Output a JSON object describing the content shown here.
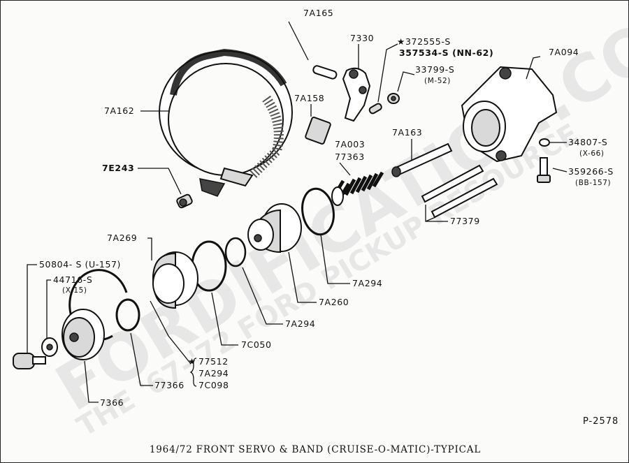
{
  "watermark": {
    "main": "FORDIFICATION.COM",
    "sub": "THE '67-'72 FORD PICKUP RESOURCE"
  },
  "labels": {
    "l7A165": "7A165",
    "l7330": "7330",
    "l372555": "372555-S",
    "l357534": "357534-S (NN-62)",
    "l33799": "33799-S",
    "l33799_sub": "(M-52)",
    "l7A094": "7A094",
    "l7A162": "7A162",
    "l7A158": "7A158",
    "l7A003": "7A003",
    "l77363": "77363",
    "l7A163": "7A163",
    "l34807": "34807-S",
    "l34807_sub": "(X-66)",
    "l359266": "359266-S",
    "l359266_sub": "(BB-157)",
    "l7E243": "7E243",
    "l77379": "77379",
    "l7A269": "7A269",
    "l50804": "50804- S (U-157)",
    "l44716": "44716-S",
    "l44716_sub": "(X-15)",
    "l7A294a": "7A294",
    "l7A260": "7A260",
    "l7A294b": "7A294",
    "l7C050": "7C050",
    "l77512": "77512",
    "l7A294c": "7A294",
    "l7C098": "7C098",
    "l77366": "77366",
    "l7366": "7366"
  },
  "star_glyph": "★",
  "ref_code": "P-2578",
  "caption": "1964/72   FRONT SERVO & BAND (CRUISE-O-MATIC)-TYPICAL"
}
